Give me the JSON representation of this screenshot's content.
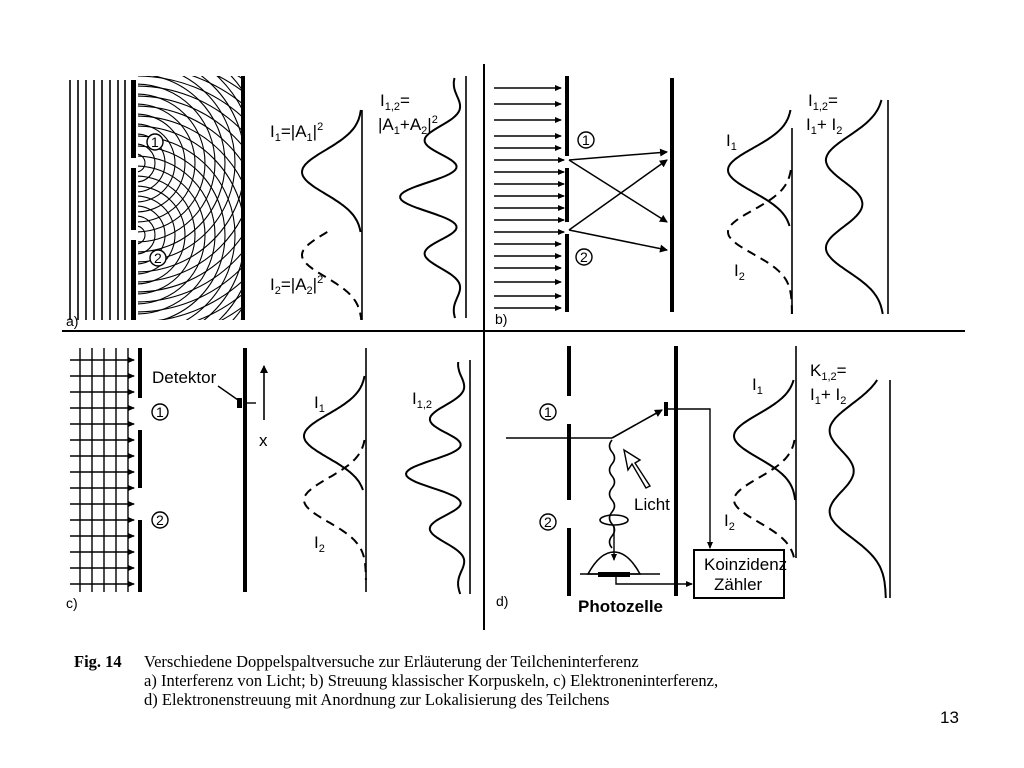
{
  "panels": {
    "a": {
      "letter": "a)",
      "slit1": "1",
      "slit2": "2",
      "I1_main": "I",
      "I1_sub": "1",
      "I1_eq": "=|A",
      "I1_asub": "1",
      "I1_close": "|",
      "I1_exp": "2",
      "I2_main": "I",
      "I2_sub": "2",
      "I2_eq": "=|A",
      "I2_asub": "2",
      "I2_close": "|",
      "I2_exp": "2",
      "I12_line1_main": "I",
      "I12_line1_sub": "1,2",
      "I12_line1_eq": "=",
      "I12_line2": "|A",
      "I12_line2_sub1": "1",
      "I12_line2_mid": "+A",
      "I12_line2_sub2": "2",
      "I12_line2_close": "|",
      "I12_line2_exp": "2"
    },
    "b": {
      "letter": "b)",
      "slit1": "1",
      "slit2": "2",
      "I1_main": "I",
      "I1_sub": "1",
      "I2_main": "I",
      "I2_sub": "2",
      "I12_line1_main": "I",
      "I12_line1_sub": "1,2",
      "I12_line1_eq": "=",
      "I12_line2_a": "I",
      "I12_line2_sub1": "1",
      "I12_line2_mid": "+ I",
      "I12_line2_sub2": "2"
    },
    "c": {
      "letter": "c)",
      "slit1": "1",
      "slit2": "2",
      "detector": "Detektor",
      "axis": "x",
      "I1_main": "I",
      "I1_sub": "1",
      "I2_main": "I",
      "I2_sub": "2",
      "I12_main": "I",
      "I12_sub": "1,2"
    },
    "d": {
      "letter": "d)",
      "slit1": "1",
      "slit2": "2",
      "light": "Licht",
      "photocell": "Photozelle",
      "counter_line1": "Koinzidenz",
      "counter_line2": "Zähler",
      "I1_main": "I",
      "I1_sub": "1",
      "I2_main": "I",
      "I2_sub": "2",
      "K12_line1_main": "K",
      "K12_line1_sub": "1,2",
      "K12_line1_eq": "=",
      "K12_line2_a": "I",
      "K12_line2_sub1": "1",
      "K12_line2_mid": "+ I",
      "K12_line2_sub2": "2"
    }
  },
  "caption": {
    "fig_label": "Fig. 14",
    "line1": "Verschiedene Doppelspaltversuche zur Erläuterung der Teilcheninterferenz",
    "line2": "a) Interferenz von Licht; b) Streuung klassischer Korpuskeln, c) Elektroneninterferenz,",
    "line3": "d) Elektronenstreuung mit Anordnung zur Lokalisierung des Teilchens"
  },
  "page_number": "13"
}
